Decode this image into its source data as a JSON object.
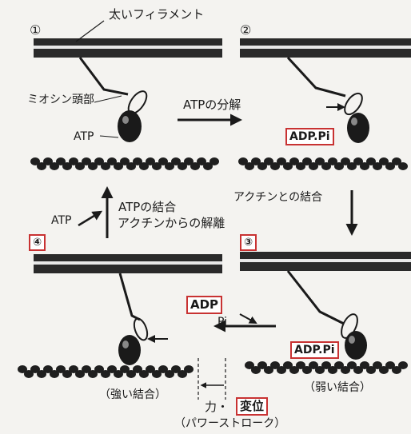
{
  "labels": {
    "thick_filament": "太いフィラメント",
    "myosin_head": "ミオシン頭部",
    "atp_left": "ATP",
    "atp_step4": "ATP",
    "step1": "①",
    "step2": "②",
    "step3": "③",
    "step4": "④",
    "atp_hydrolysis": "ATPの分解",
    "actin_binding": "アクチンとの結合",
    "atp_binding": "ATPの結合",
    "release_from_actin": "アクチンからの解離",
    "adp_pi_step2": "ADP.Pi",
    "adp_pi_step3": "ADP.Pi",
    "adp_released": "ADP",
    "pi_released": "Pi",
    "strong_binding": "（強い結合）",
    "weak_binding": "（弱い結合）",
    "force": "力・",
    "displacement": "変位",
    "power_stroke": "（パワーストローク）"
  },
  "colors": {
    "highlight_box": "#c83232",
    "filament": "#222222",
    "background": "#f4f3f0"
  }
}
